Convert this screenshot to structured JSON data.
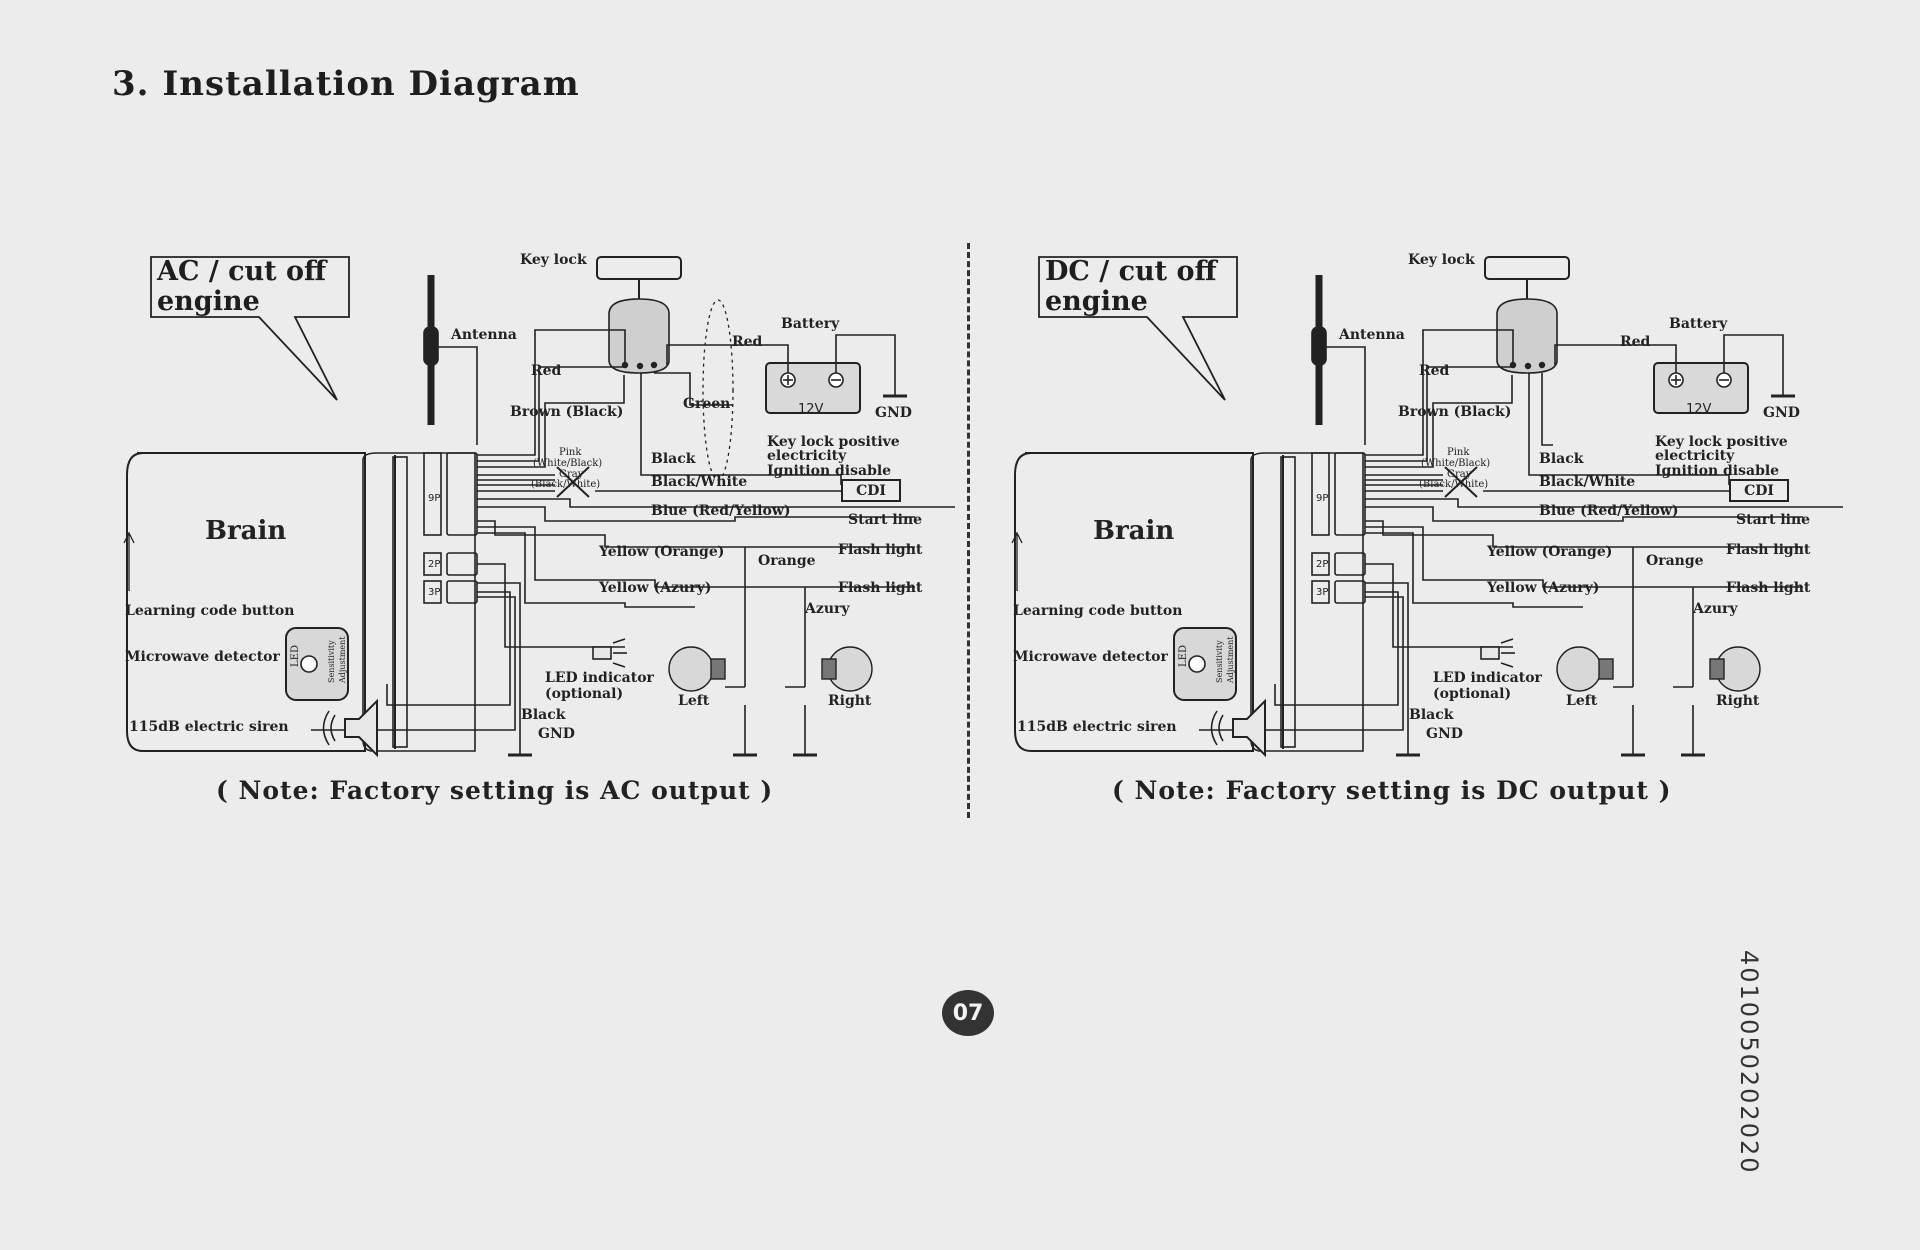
{
  "page": {
    "title": "3. Installation Diagram",
    "page_number": "07",
    "document_code": "4010050202020"
  },
  "diagrams": [
    {
      "callout": "AC / cut off engine",
      "note": "( Note: Factory setting is AC output )",
      "labels": {
        "key_lock": "Key lock",
        "antenna": "Antenna",
        "battery": "Battery",
        "red_battery": "Red",
        "red": "Red",
        "voltage": "12V",
        "gnd_top": "GND",
        "brown": "Brown (Black)",
        "green": "Green",
        "key_lock_positive": "Key lock positive",
        "electricity": "electricity",
        "ignition_disable": "Ignition disable",
        "pink": "Pink",
        "white_black": "(White/Black)",
        "gray": "Gray",
        "black_white_small": "(Black/White)",
        "black": "Black",
        "black_white": "Black/White",
        "cdi": "CDI",
        "blue": "Blue (Red/Yellow)",
        "start_line": "Start line",
        "pin_9p": "9P",
        "pin_2p": "2P",
        "pin_3p": "3P",
        "brain": "Brain",
        "yellow_orange": "Yellow (Orange)",
        "orange": "Orange",
        "flash_light_1": "Flash light",
        "yellow_azury": "Yellow (Azury)",
        "azury": "Azury",
        "flash_light_2": "Flash light",
        "learning_code_button": "Learning code button",
        "microwave_detector": "Microwave detector",
        "led": "LED",
        "sensitivity": "Sensitivity",
        "adjustment": "Adjustment",
        "led_indicator": "LED indicator",
        "optional": "(optional)",
        "left": "Left",
        "right": "Right",
        "black_gnd": "Black",
        "gnd_bottom": "GND",
        "siren": "115dB electric siren"
      }
    },
    {
      "callout": "DC / cut off engine",
      "note": "( Note: Factory setting is DC output )",
      "labels": {
        "key_lock": "Key lock",
        "antenna": "Antenna",
        "battery": "Battery",
        "red_battery": "Red",
        "red": "Red",
        "voltage": "12V",
        "gnd_top": "GND",
        "brown": "Brown (Black)",
        "green": "",
        "key_lock_positive": "Key lock positive",
        "electricity": "electricity",
        "ignition_disable": "Ignition disable",
        "pink": "Pink",
        "white_black": "(White/Black)",
        "gray": "Gray",
        "black_white_small": "(Black/White)",
        "black": "Black",
        "black_white": "Black/White",
        "cdi": "CDI",
        "blue": "Blue (Red/Yellow)",
        "start_line": "Start line",
        "pin_9p": "9P",
        "pin_2p": "2P",
        "pin_3p": "3P",
        "brain": "Brain",
        "yellow_orange": "Yellow (Orange)",
        "orange": "Orange",
        "flash_light_1": "Flash light",
        "yellow_azury": "Yellow (Azury)",
        "azury": "Azury",
        "flash_light_2": "Flash light",
        "learning_code_button": "Learning code button",
        "microwave_detector": "Microwave detector",
        "led": "LED",
        "sensitivity": "Sensitivity",
        "adjustment": "Adjustment",
        "led_indicator": "LED indicator",
        "optional": "(optional)",
        "left": "Left",
        "right": "Right",
        "black_gnd": "Black",
        "gnd_bottom": "GND",
        "siren": "115dB electric siren"
      }
    }
  ]
}
